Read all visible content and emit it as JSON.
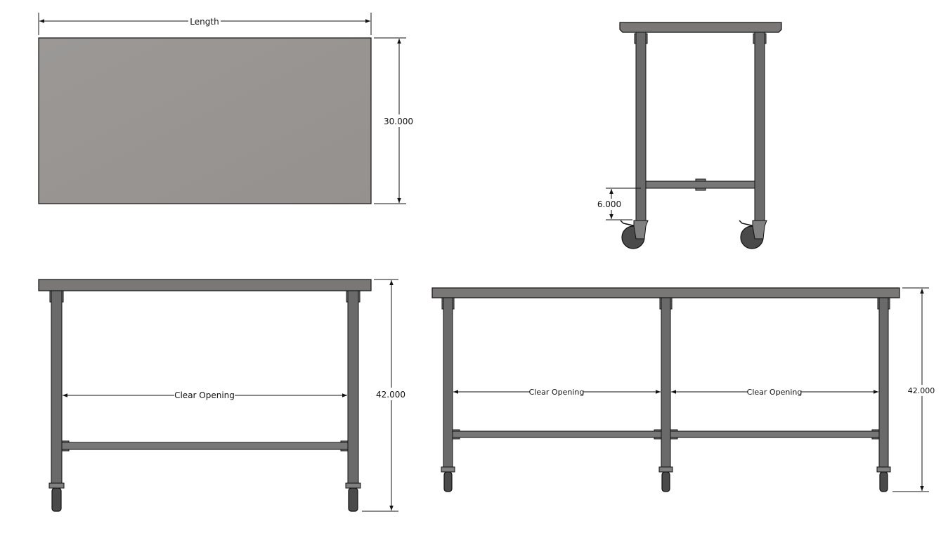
{
  "top_view": {
    "length_label": "Length",
    "width_label": "30.000"
  },
  "side_view": {
    "caster_height_label": "6.000"
  },
  "front_view": {
    "opening_label": "Clear Opening",
    "height_label": "42.000"
  },
  "long_view": {
    "opening_labels": [
      "Clear Opening",
      "Clear Opening"
    ],
    "height_label": "42.000"
  },
  "colors": {
    "top_surface": "#9a9694",
    "frame": "#6a6a6a",
    "lines": "#111111"
  }
}
